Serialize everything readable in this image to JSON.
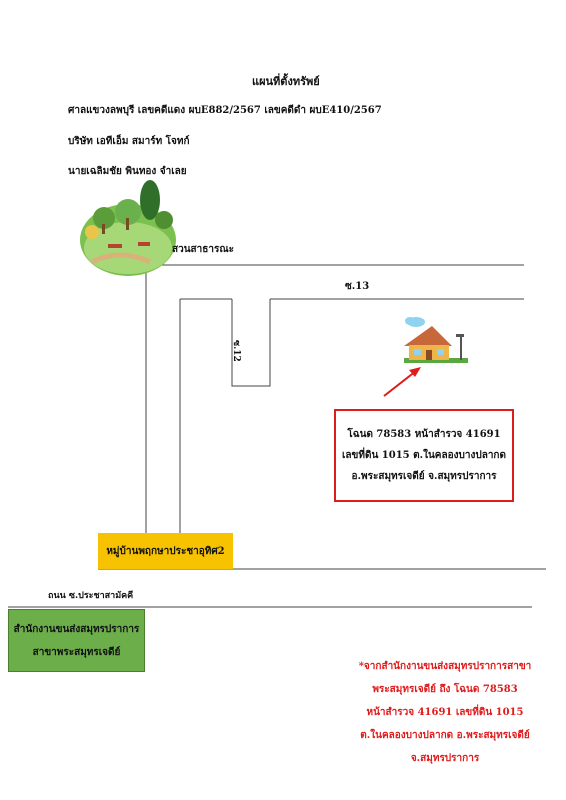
{
  "header": {
    "title": "แผนที่ตั้งทรัพย์",
    "court_line": "ศาลแขวงลพบุรี  เลขคดีแดง ผบE882/2567 เลขคดีดำ ผบE410/2567",
    "plaintiff_line": "บริษัท เอทีเอ็ม สมาร์ท   โจทก์",
    "defendant_line": "นายเฉลิมชัย พินทอง      จำเลย"
  },
  "map": {
    "park_label": "สวนสาธารณะ",
    "soi13_label": "ซ.13",
    "soi12_label": "ซ.12",
    "road_label": "ถนน ซ.ประชาสามัคคี",
    "village_label": "หมู่บ้านพฤกษาประชาอุทิศ2",
    "icons": [
      "park-icon",
      "house-icon"
    ]
  },
  "property_box": {
    "line1": "โฉนด 78583 หน้าสำรวจ 41691",
    "line2": "เลขที่ดิน 1015 ต.ในคลองบางปลากด",
    "line3": "อ.พระสมุทรเจดีย์ จ.สมุทรปราการ"
  },
  "office_box": {
    "line1": "สำนักงานขนส่งสมุทรปราการ",
    "line2": "สาขาพระสมุทรเจดีย์"
  },
  "note": {
    "line1": "*จากสำนักงานขนส่งสมุทรปราการสาขา",
    "line2": "พระสมุทรเจดีย์ ถึง โฉนด 78583",
    "line3": "หน้าสำรวจ 41691  เลขที่ดิน 1015",
    "line4": "ต.ในคลองบางปลากด อ.พระสมุทรเจดีย์",
    "line5": "จ.สมุทรปราการ"
  },
  "colors": {
    "red": "#e01b1b",
    "yellow": "#f7c300",
    "green": "#6cae4a",
    "line": "#444444"
  }
}
